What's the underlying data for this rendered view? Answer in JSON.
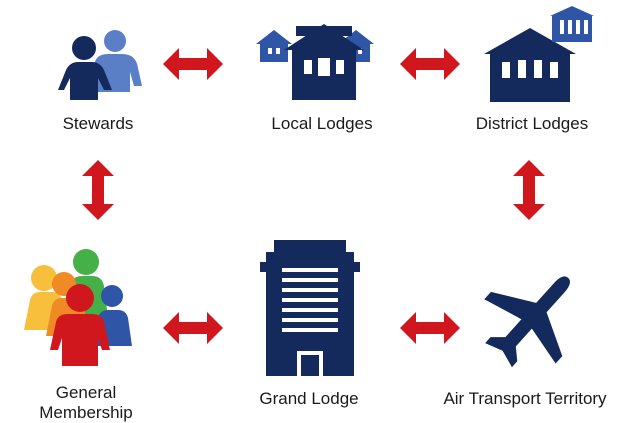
{
  "nodes": {
    "stewards": {
      "label": "Stewards",
      "icon": "two-people-icon"
    },
    "local_lodges": {
      "label": "Local Lodges",
      "icon": "houses-icon"
    },
    "district_lodges": {
      "label": "District Lodges",
      "icon": "building-with-small-house-icon"
    },
    "general_membership": {
      "label": "General Membership",
      "icon": "group-of-people-icon"
    },
    "grand_lodge": {
      "label": "Grand Lodge",
      "icon": "office-tower-icon"
    },
    "air_transport": {
      "label": "Air Transport Territory",
      "icon": "airplane-icon"
    }
  },
  "arrows": {
    "icon": "double-headed-arrow-icon",
    "color": "#d0171e"
  },
  "colors": {
    "navy": "#142a5c",
    "blue": "#2f55a6",
    "light_blue": "#5b7fc7",
    "yellow": "#f7bf3b",
    "green": "#45b048",
    "red": "#d0171e",
    "orange": "#f08a24"
  }
}
